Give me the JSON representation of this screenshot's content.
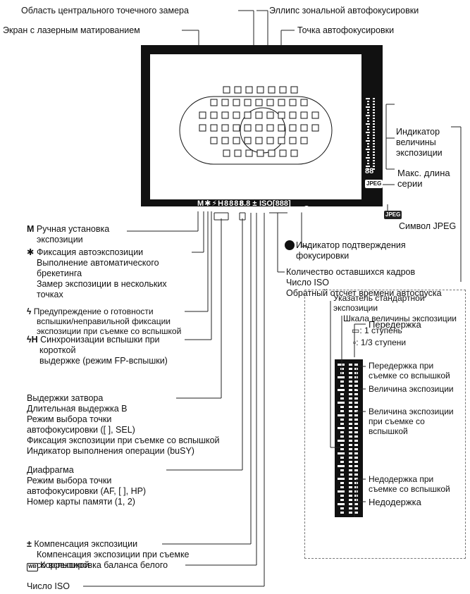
{
  "labels": {
    "center_metering": "Область центрального точечного замера",
    "af_ellipse": "Эллипс зональной автофокусировки",
    "laser_screen": "Экран с лазерным матированием",
    "af_point": "Точка автофокусировки",
    "exposure_indicator": [
      "Индикатор",
      "величины",
      "экспозиции"
    ],
    "max_burst": [
      "Макс. длина",
      "серии"
    ],
    "jpeg_symbol": "Символ JPEG",
    "focus_confirm": [
      "Индикатор подтверждения",
      "фокусировки"
    ],
    "shots_remaining": [
      "Количество оставшихся кадров",
      "Число ISO",
      "Обратный отсчет времени автоспуска"
    ],
    "manual_exposure": [
      "Ручная установка",
      "экспозиции"
    ],
    "ae_lock": [
      "Фиксация автоэкспозиции",
      "Выполнение автоматического",
      "брекетинга",
      "Замер экспозиции в нескольких",
      "точках"
    ],
    "flash_ready": [
      "Предупреждение о готовности",
      "вспышки/неправильной фиксации",
      "экспозиции при съемке со вспышкой"
    ],
    "hs_sync": [
      "Синхронизации вспышки при",
      "короткой",
      "выдержке (режим FP-вспышки)"
    ],
    "shutter_speed": [
      "Выдержки затвора",
      "Длительная выдержка B",
      "Режим выбора точки",
      "автофокусировки ([   ], SEL)",
      "Фиксация экспозиции при съемке со вспышкой",
      "Индикатор выполнения операции (buSY)"
    ],
    "aperture": [
      "Диафрагма",
      "Режим выбора точки",
      "автофокусировки (AF, [ ], HP)",
      "Номер карты памяти (1, 2)"
    ],
    "exp_comp": [
      "Компенсация экспозиции",
      "Компенсация экспозиции при съемке",
      "со вспышкой"
    ],
    "wb_correction": "Корректировка баланса белого",
    "iso": "Число ISO"
  },
  "inset": {
    "standard_index": [
      "Указатель стандартной",
      "экспозиции"
    ],
    "scale_title": "Шкала величины экспозиции",
    "one_stop": ": 1 ступень",
    "third_stop": ": 1/3 ступени",
    "overexposure": "Передержка",
    "flash_over": [
      "Передержка при",
      "съемке со вспышкой"
    ],
    "exposure_level": "Величина экспозиции",
    "flash_level": [
      "Величина экспозиции",
      "при съемке со",
      "вспышкой"
    ],
    "flash_under": [
      "Недодержка при",
      "съемке со вспышкой"
    ],
    "underexposure": "Недодержка"
  },
  "viewfinder": {
    "status_left": "M✱⚡H8888",
    "status_mid": "8.8 ±",
    "status_right": "ISO[888]",
    "burst_digits": "88",
    "jpeg_tag": "JPEG",
    "wb_glyph": "WB",
    "m_glyph": "M",
    "star_glyph": "✱",
    "flash_glyph": "ϟ",
    "fp_glyph": "ϟH",
    "comp_glyph": "±"
  },
  "colors": {
    "frame": "#111111",
    "line": "#222222",
    "inset_border": "#777777"
  }
}
